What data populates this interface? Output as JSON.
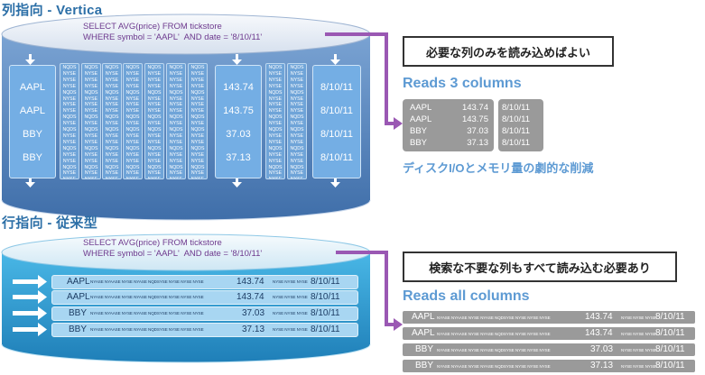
{
  "top": {
    "title": "列指向 - Vertica",
    "query_line1": "SELECT AVG(price) FROM tickstore",
    "query_line2": "WHERE symbol = 'AAPL'  AND date = '8/10/11'",
    "symbol_col": [
      "AAPL",
      "AAPL",
      "BBY",
      "BBY"
    ],
    "price_col": [
      "143.74",
      "143.75",
      "37.03",
      "37.13"
    ],
    "date_col": [
      "8/10/11",
      "8/10/11",
      "8/10/11",
      "8/10/11"
    ],
    "filler": [
      "NQDS",
      "NYSE",
      "NYSE",
      "NYSE",
      "NQDS",
      "NYSE",
      "NYSE",
      "NYSE",
      "NQDS",
      "NYSE",
      "NQDS",
      "NYSE",
      "NYSE",
      "NQDS",
      "NYSE",
      "NYSE",
      "NQDS",
      "NYSE",
      "NYSE",
      "NQDS",
      "NYSE",
      "NYSE",
      "NYSE",
      "NYSE",
      "NQDS",
      "NQDS"
    ],
    "callout": "必要な列のみを読み込めばよい",
    "reads": "Reads 3 columns",
    "table": {
      "symbols": [
        "AAPL",
        "AAPL",
        "BBY",
        "BBY"
      ],
      "prices": [
        "143.74",
        "143.75",
        "37.03",
        "37.13"
      ],
      "dates": [
        "8/10/11",
        "8/10/11",
        "8/10/11",
        "8/10/11"
      ]
    },
    "note": "ディスクI/Oとメモリ量の劇的な削減"
  },
  "bottom": {
    "title": "行指向 - 従来型",
    "query_line1": "SELECT AVG(price) FROM tickstore",
    "query_line2": "WHERE symbol = 'AAPL'  AND date = '8/10/11'",
    "rows": [
      {
        "symbol": "AAPL",
        "mid": "NYASE NYAASE NYSE NYASE NQDSYSE NYSE NYSE NYSE",
        "price": "143.74",
        "mid2": "NYSE NYSE NYSE",
        "date": "8/10/11"
      },
      {
        "symbol": "AAPL",
        "mid": "NYASE NYAASE NYSE NYASE NQDSYSE NYSE NYSE NYSE",
        "price": "143.74",
        "mid2": "NYSE NYSE NYSE",
        "date": "8/10/11"
      },
      {
        "symbol": "BBY",
        "mid": "NYASE NYAASE NYSE NYASE NQDSYSE NYSE NYSE NYSE",
        "price": "37.03",
        "mid2": "NYSE NYSE NYSE",
        "date": "8/10/11"
      },
      {
        "symbol": "BBY",
        "mid": "NYASE NYAASE NYSE NYASE NQDSYSE NYSE NYSE NYSE",
        "price": "37.13",
        "mid2": "NYSE NYSE NYSE",
        "date": "8/10/11"
      }
    ],
    "callout": "検索な不要な列もすべて読み込む必要あり",
    "reads": "Reads all columns",
    "table_rows": [
      {
        "symbol": "AAPL",
        "mid": "NYASE NYAASE NYSE NYASE NQDSYSE NYSE NYSE NYSE",
        "price": "143.74",
        "mid2": "NYSE NYSE NYSE",
        "date": "8/10/11"
      },
      {
        "symbol": "AAPL",
        "mid": "NYASE NYAASE NYSE NYASE NQDSYSE NYSE NYSE NYSE",
        "price": "143.74",
        "mid2": "NYSE NYSE NYSE",
        "date": "8/10/11"
      },
      {
        "symbol": "BBY",
        "mid": "NYASE NYAASE NYSE NYASE NQDSYSE NYSE NYSE NYSE",
        "price": "37.03",
        "mid2": "NYSE NYSE NYSE",
        "date": "8/10/11"
      },
      {
        "symbol": "BBY",
        "mid": "NYASE NYAASE NYSE NYASE NQDSYSE NYSE NYSE NYSE",
        "price": "37.13",
        "mid2": "NYSE NYSE NYSE",
        "date": "8/10/11"
      }
    ]
  },
  "colors": {
    "cylinder_top": "#5d8dc4",
    "cylinder_bottom": "#2f9bd0",
    "accent_purple": "#9a58b3",
    "gray_table": "#9a9a9a"
  }
}
